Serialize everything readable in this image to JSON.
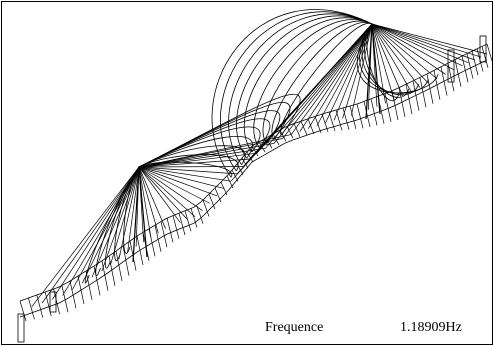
{
  "diagram": {
    "type": "cable-stayed-bridge-mode-shape",
    "line_color": "#000000",
    "background": "#ffffff",
    "tower_count": 2,
    "stays_per_side": 16
  },
  "caption": {
    "label": "Frequence",
    "value": "1.18909Hz"
  }
}
